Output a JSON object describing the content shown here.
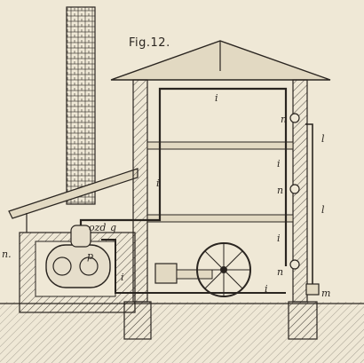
{
  "figure_title": "Fig.12.",
  "labels": {
    "pipe_roof": "i",
    "pipe_left_wall": "i",
    "pipe_right_mid": "i",
    "pipe_right_low": "i",
    "pipe_ground": "i",
    "pipe_boiler": "i",
    "downpipe_upper": "l",
    "downpipe_lower": "l",
    "valve_top": "n",
    "valve_mid": "n",
    "valve_low": "n",
    "boiler": "p",
    "pipe_q": "q",
    "fittings": "ozd",
    "trap": "m",
    "margin_mark": "n."
  },
  "colors": {
    "paper": "#efe8d6",
    "ink": "#2a2520"
  }
}
